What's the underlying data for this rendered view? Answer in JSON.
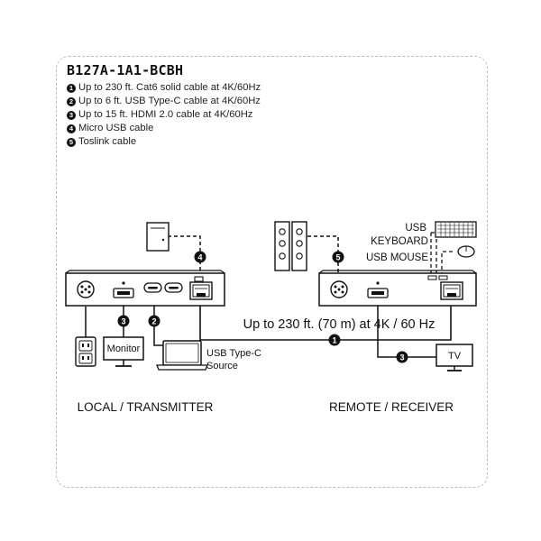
{
  "model": "B127A-1A1-BCBH",
  "legend": [
    {
      "num": "1",
      "text": "Up to 230 ft. Cat6 solid cable at 4K/60Hz"
    },
    {
      "num": "2",
      "text": "Up to 6 ft. USB Type-C cable at 4K/60Hz"
    },
    {
      "num": "3",
      "text": "Up to 15 ft. HDMI 2.0 cable at 4K/60Hz"
    },
    {
      "num": "4",
      "text": "Micro USB cable"
    },
    {
      "num": "5",
      "text": "Toslink cable"
    }
  ],
  "labels": {
    "usb_keyboard_1": "USB",
    "usb_keyboard_2": "KEYBOARD",
    "usb_mouse": "USB MOUSE",
    "cable_run": "Up to 230 ft. (70 m) at 4K / 60 Hz",
    "monitor": "Monitor",
    "tv": "TV",
    "usbc_source_1": "USB Type-C",
    "usbc_source_2": "Source",
    "local": "LOCAL / TRANSMITTER",
    "remote": "REMOTE / RECEIVER"
  },
  "badges": {
    "one": "1",
    "two": "2",
    "three": "3",
    "four": "4",
    "five": "5"
  }
}
